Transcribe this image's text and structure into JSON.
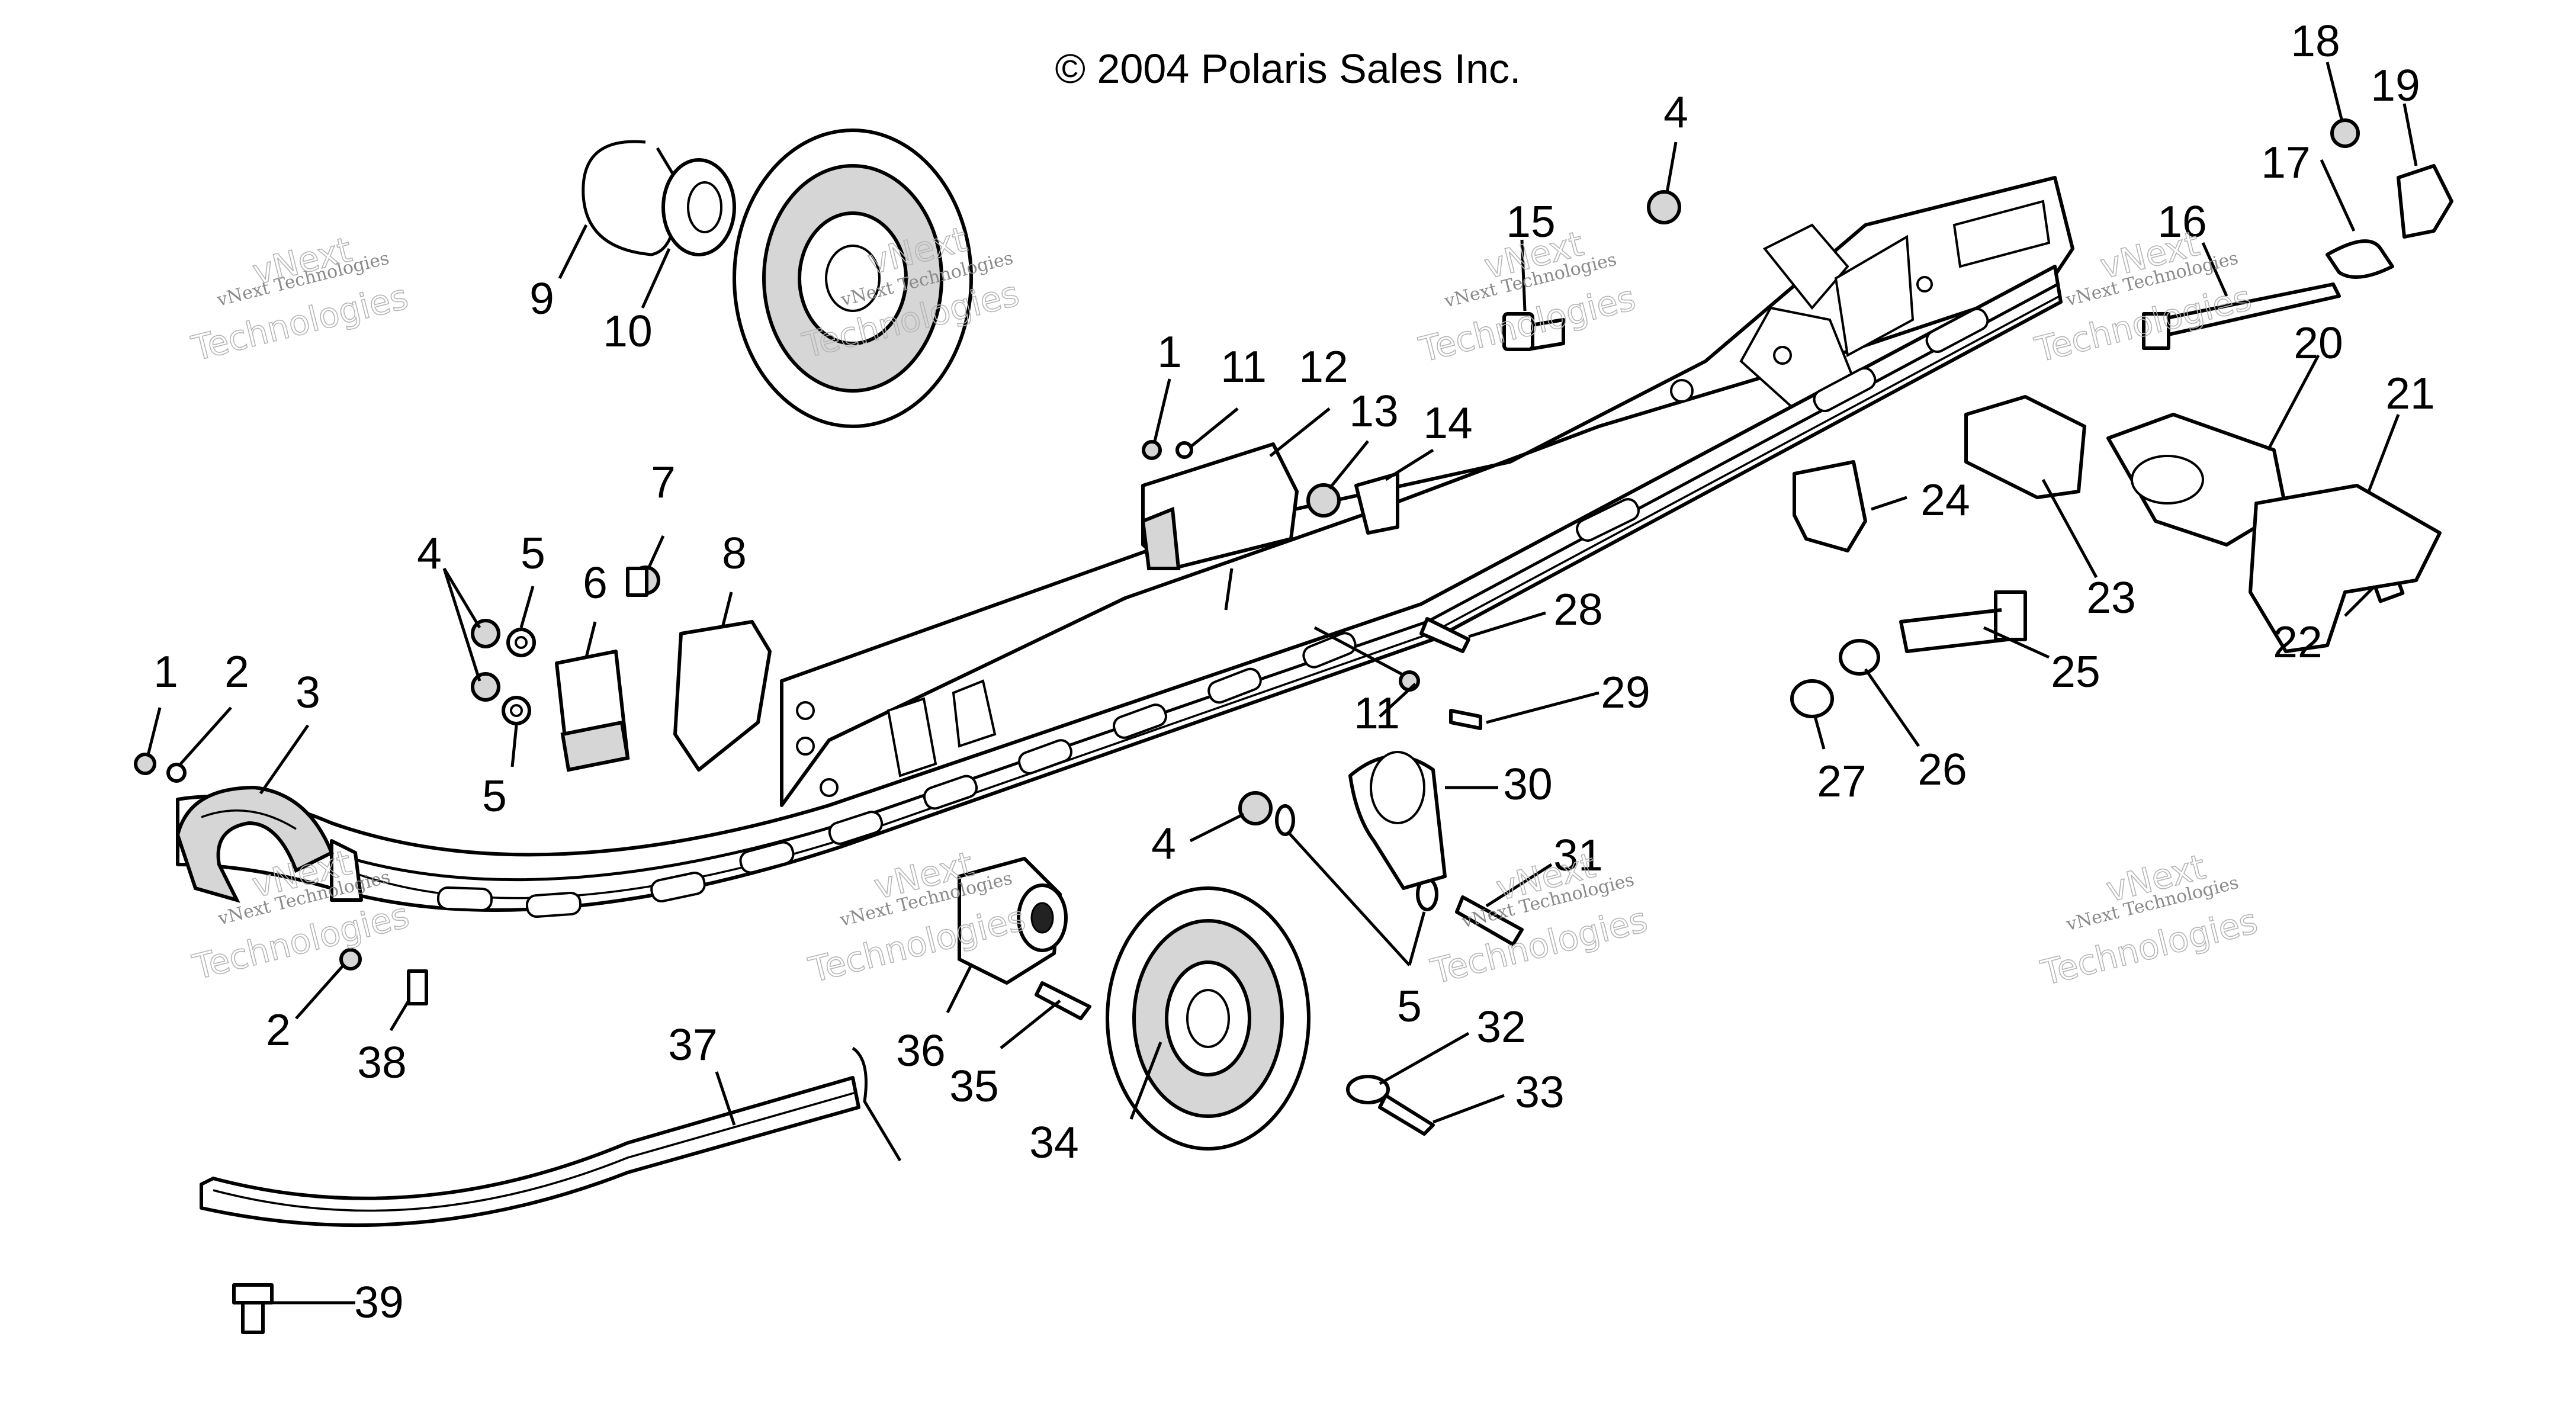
{
  "copyright": "© 2004 Polaris Sales Inc.",
  "watermark": {
    "small": "vNext Technologies",
    "large": "Technologies",
    "overlay": "vNext"
  },
  "callouts": {
    "c1a": "1",
    "c2a": "2",
    "c3": "3",
    "c4a": "4",
    "c5a": "5",
    "c5b": "5",
    "c6": "6",
    "c7": "7",
    "c8": "8",
    "c9": "9",
    "c10": "10",
    "c1b": "1",
    "c11a": "11",
    "c12": "12",
    "c13": "13",
    "c14": "14",
    "c15": "15",
    "c4b": "4",
    "c16": "16",
    "c17": "17",
    "c18": "18",
    "c19": "19",
    "c20": "20",
    "c21": "21",
    "c22": "22",
    "c23": "23",
    "c24": "24",
    "c25": "25",
    "c26": "26",
    "c27": "27",
    "c28": "28",
    "c29": "29",
    "c11b": "11",
    "c30": "30",
    "c31": "31",
    "c4c": "4",
    "c5c": "5",
    "c32": "32",
    "c33": "33",
    "c34": "34",
    "c35": "35",
    "c36": "36",
    "c37": "37",
    "c38": "38",
    "c2b": "2",
    "c39": "39"
  }
}
